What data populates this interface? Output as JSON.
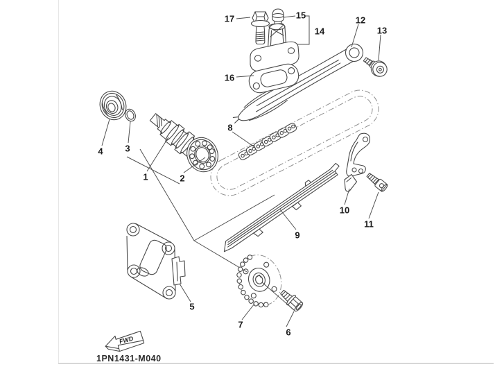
{
  "diagram": {
    "code": "1PN1431-M040",
    "fwd_arrow_label": "FWD",
    "callouts": [
      "1",
      "2",
      "3",
      "4",
      "5",
      "6",
      "7",
      "8",
      "9",
      "10",
      "11",
      "12",
      "13",
      "14",
      "15",
      "16",
      "17"
    ]
  }
}
